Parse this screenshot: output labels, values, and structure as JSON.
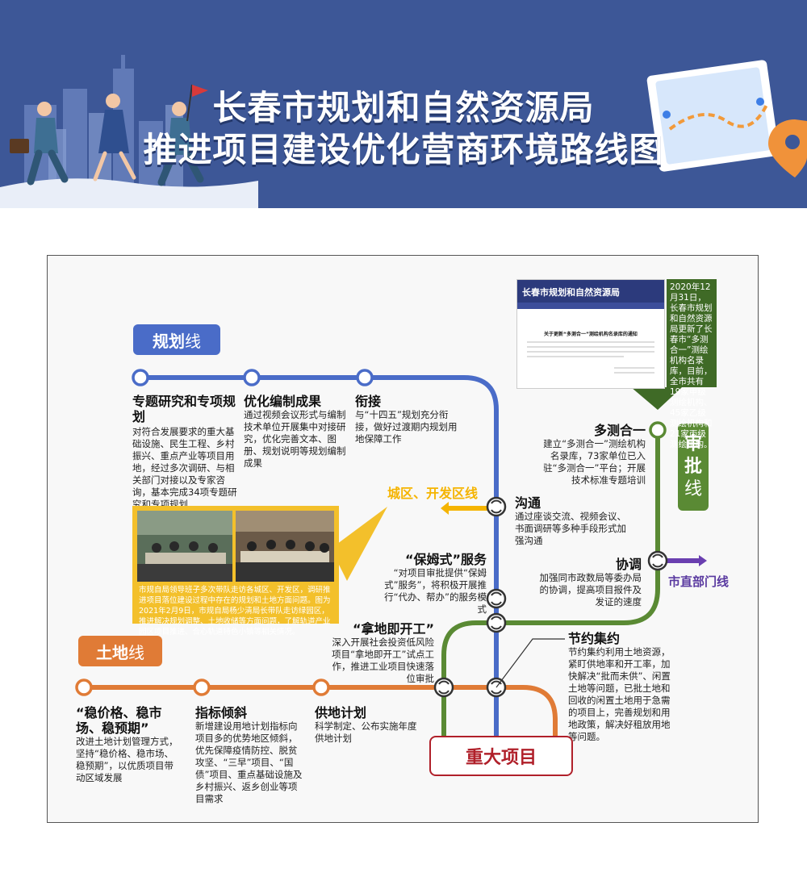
{
  "header": {
    "title_line1": "长春市规划和自然资源局",
    "title_line2": "推进项目建设优化营商环境路线图"
  },
  "lines": {
    "planning": {
      "bold": "规划",
      "thin": "线",
      "color": "#4a6cc8"
    },
    "land": {
      "bold": "土地",
      "thin": "线",
      "color": "#e07b36"
    },
    "approval": {
      "bold1": "审",
      "bold2": "批",
      "thin": "线",
      "color": "#5a8a34"
    },
    "city_zone": "城区、开发区线",
    "city_dept": "市直部门线"
  },
  "stations": {
    "special_research": {
      "title": "专题研究和专项规划",
      "text": "对符合发展要求的重大基础设施、民生工程、乡村振兴、重点产业等项目用地，经过多次调研、与相关部门对接以及专家咨询，基本完成34项专题研究和专项规划"
    },
    "optimize_results": {
      "title": "优化编制成果",
      "text": "通过视频会议形式与编制技术单位开展集中对接研究，优化完善文本、图册、规划说明等规划编制成果"
    },
    "connect": {
      "title": "衔接",
      "text": "与“十四五”规划充分衔接，做好过渡期内规划用地保障工作"
    },
    "multi_survey": {
      "title": "多测合一",
      "text": "建立“多测合一”测绘机构名录库，73家单位已入驻“多测合一”平台；开展技术标准专题培训"
    },
    "communicate": {
      "title": "沟通",
      "text": "通过座谈交流、视频会议、书面调研等多种手段形式加强沟通"
    },
    "coordinate": {
      "title": "协调",
      "text": "加强同市政数局等委办局的协调，提高项目报件及发证的速度"
    },
    "nanny_service": {
      "title": "“保姆式”服务",
      "text": "“对项目审批提供“保姆式”服务”，将积极开展推行“代办、帮办”的服务模式"
    },
    "start_on_land": {
      "title": "“拿地即开工”",
      "text": "深入开展社会投资低风险项目“拿地即开工”试点工作，推进工业项目快速落位审批"
    },
    "save_intensive": {
      "title": "节约集约",
      "text": "节约集约利用土地资源，紧盯供地率和开工率，加快解决“批而未供”、闲置土地等问题，已批土地和回收的闲置土地用于急需的项目上，完善规划和用地政策，解决好租放用地等问题。"
    },
    "stabilize": {
      "title": "“稳价格、稳市场、稳预期”",
      "text": "改进土地计划管理方式，坚持“稳价格、稳市场、稳预期”，以优质项目带动区域发展"
    },
    "index_tilt": {
      "title": "指标倾斜",
      "text": "新增建设用地计划指标向项目多的优势地区倾斜，优先保障疫情防控、脱贫攻坚、“三早”项目、“国债”项目、重点基础设施及乡村振兴、返乡创业等项目需求"
    },
    "land_supply": {
      "title": "供地计划",
      "text": "科学制定、公布实施年度供地计划"
    }
  },
  "photo_caption": "市规自局领导班子多次带队走访各城区、开发区，调研推进项目落位建设过程中存在的规划和土地方面问题。图为2021年2月9日，市规自局杨少清局长带队走访绿园区，推进解决规划调整、土地收储等方面问题，了解轨道产业园区项目推进、合心轨道特色小镇等相关情况。",
  "doc": {
    "bar_title": "长春市规划和自然资源局",
    "doc_heading": "关于更新“多测合一”测绘机构名录库的通知"
  },
  "note_box": "2020年12月31日，长春市规划和自然资源局更新了长春市“多测合一”测绘机构名录库，目前，全市共有19家甲级测绘机构、45家乙级测绘机构和21家丙级测绘机构。",
  "major_project": "重大项目"
}
